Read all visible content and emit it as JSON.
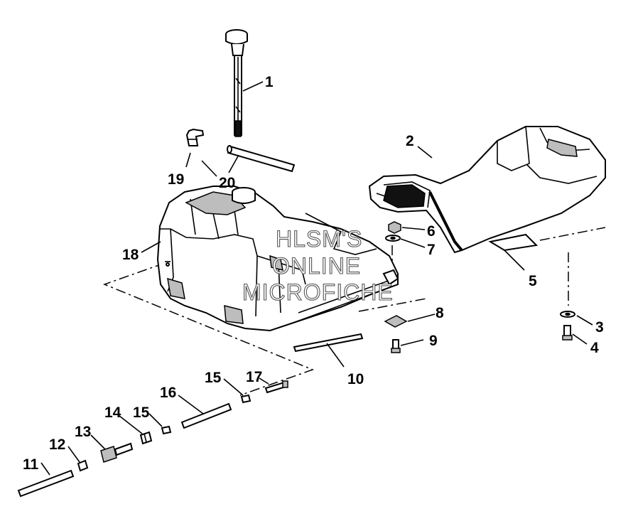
{
  "diagram": {
    "callouts": [
      "1",
      "2",
      "3",
      "4",
      "5",
      "6",
      "7",
      "8",
      "9",
      "10",
      "11",
      "12",
      "13",
      "14",
      "15",
      "16",
      "17",
      "18",
      "19",
      "20",
      "15"
    ],
    "watermark": [
      "HLSM'S",
      "ONLINE",
      "MICROFICHE"
    ]
  },
  "colors": {
    "ink": "#000000",
    "shade": "#bdbdbd",
    "paper": "#ffffff"
  }
}
